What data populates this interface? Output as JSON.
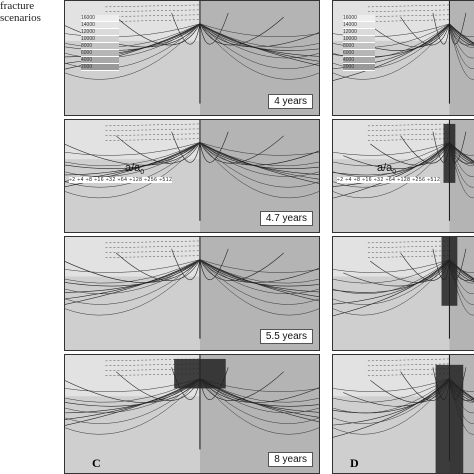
{
  "header": {
    "line1": "fracture",
    "line2": "scenarios"
  },
  "legend_values": [
    "16000",
    "14000",
    "12000",
    "10000",
    "8000",
    "6000",
    "4000",
    "2000"
  ],
  "legend_values_d": [
    "16000",
    "14000",
    "12000",
    "10000",
    "8000",
    "6000",
    "4000",
    "2000"
  ],
  "panels": [
    {
      "time": "4 years"
    },
    {
      "time": "4.7 years"
    },
    {
      "time": "5.5 years"
    },
    {
      "time": "8 years"
    }
  ],
  "aa_label": "a/a",
  "aa_sub": "0",
  "scale_ticks": "÷2  ÷4  ÷8  ÷16  ÷32  ÷64  ÷128  ÷256  ÷512",
  "column_labels": {
    "left": "C",
    "right": "D"
  },
  "colors": {
    "dark": "#555555",
    "mid": "#a0a0a0",
    "light": "#d4d4d4"
  }
}
